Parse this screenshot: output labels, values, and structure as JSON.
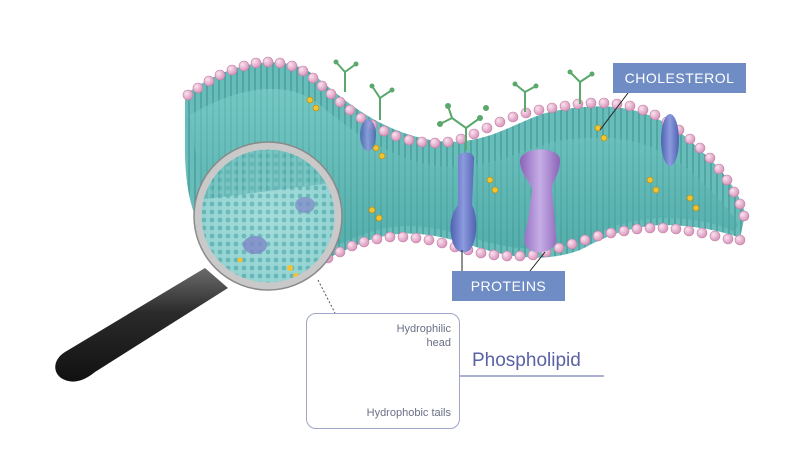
{
  "labels": {
    "cholesterol": "CHOLESTEROL",
    "proteins": "PROTEINS",
    "hydrophilic_head": "Hydrophilic head",
    "hydrophobic_tails": "Hydrophobic tails",
    "phospholipid": "Phospholipid"
  },
  "colors": {
    "label_box": "#6f8cc4",
    "head_pink": "#e6aacb",
    "tail_teal": "#5fb9b6",
    "protein_blue": "#6f7fc4",
    "protein_purple": "#a98bd0",
    "cholesterol_yellow": "#f2c230",
    "glycan_green": "#5aa86b",
    "title_text": "#5a62a6"
  },
  "icons": {
    "magnifier": "magnifying-glass-icon",
    "molecule": "phospholipid-molecule-icon"
  }
}
